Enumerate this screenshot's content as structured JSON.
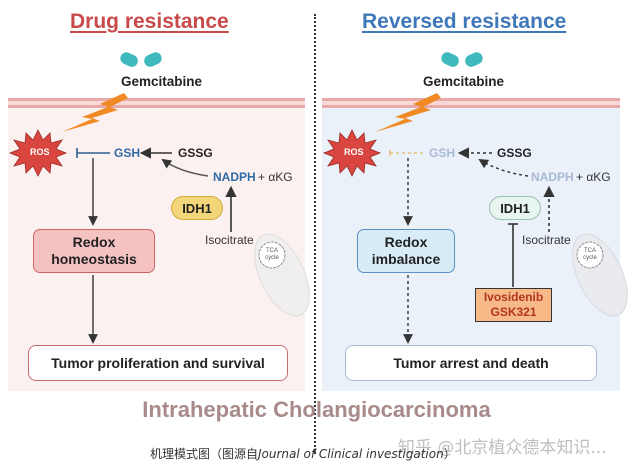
{
  "panels": {
    "left": {
      "title": "Drug resistance",
      "drug": "Gemcitabine",
      "ros": "ROS",
      "gsh": "GSH",
      "gssg": "GSSG",
      "nadph": "NADPH",
      "akg": "+ αKG",
      "idh1": "IDH1",
      "isocitrate": "Isocitrate",
      "tca": [
        "TCA",
        "cycle"
      ],
      "redox_box": [
        "Redox",
        "homeostasis"
      ],
      "outcome": "Tumor proliferation and survival"
    },
    "right": {
      "title": "Reversed resistance",
      "drug": "Gemcitabine",
      "ros": "ROS",
      "gsh": "GSH",
      "gssg": "GSSG",
      "nadph": "NADPH",
      "akg": "+ αKG",
      "idh1": "IDH1",
      "isocitrate": "Isocitrate",
      "tca": [
        "TCA",
        "cycle"
      ],
      "redox_box": [
        "Redox",
        "imbalance"
      ],
      "inhibitors": [
        "Ivosidenib",
        "GSK321"
      ],
      "outcome": "Tumor arrest and death"
    }
  },
  "footer": {
    "disease": "Intrahepatic Cholangiocarcinoma",
    "caption_prefix": "机理模式图（图源自",
    "caption_journal": "Journal of Clinical investigation",
    "caption_suffix": "）",
    "watermark": "知乎 @北京植众德本知识..."
  },
  "colors": {
    "left_title": "#c84a4a",
    "right_title": "#3f78b8",
    "gsh_active": "#2f6aa5",
    "gsh_faded": "#a9b9d6",
    "ros": "#d9463f",
    "lightning": "#f08a24",
    "capsule": "#3fb9bd"
  }
}
